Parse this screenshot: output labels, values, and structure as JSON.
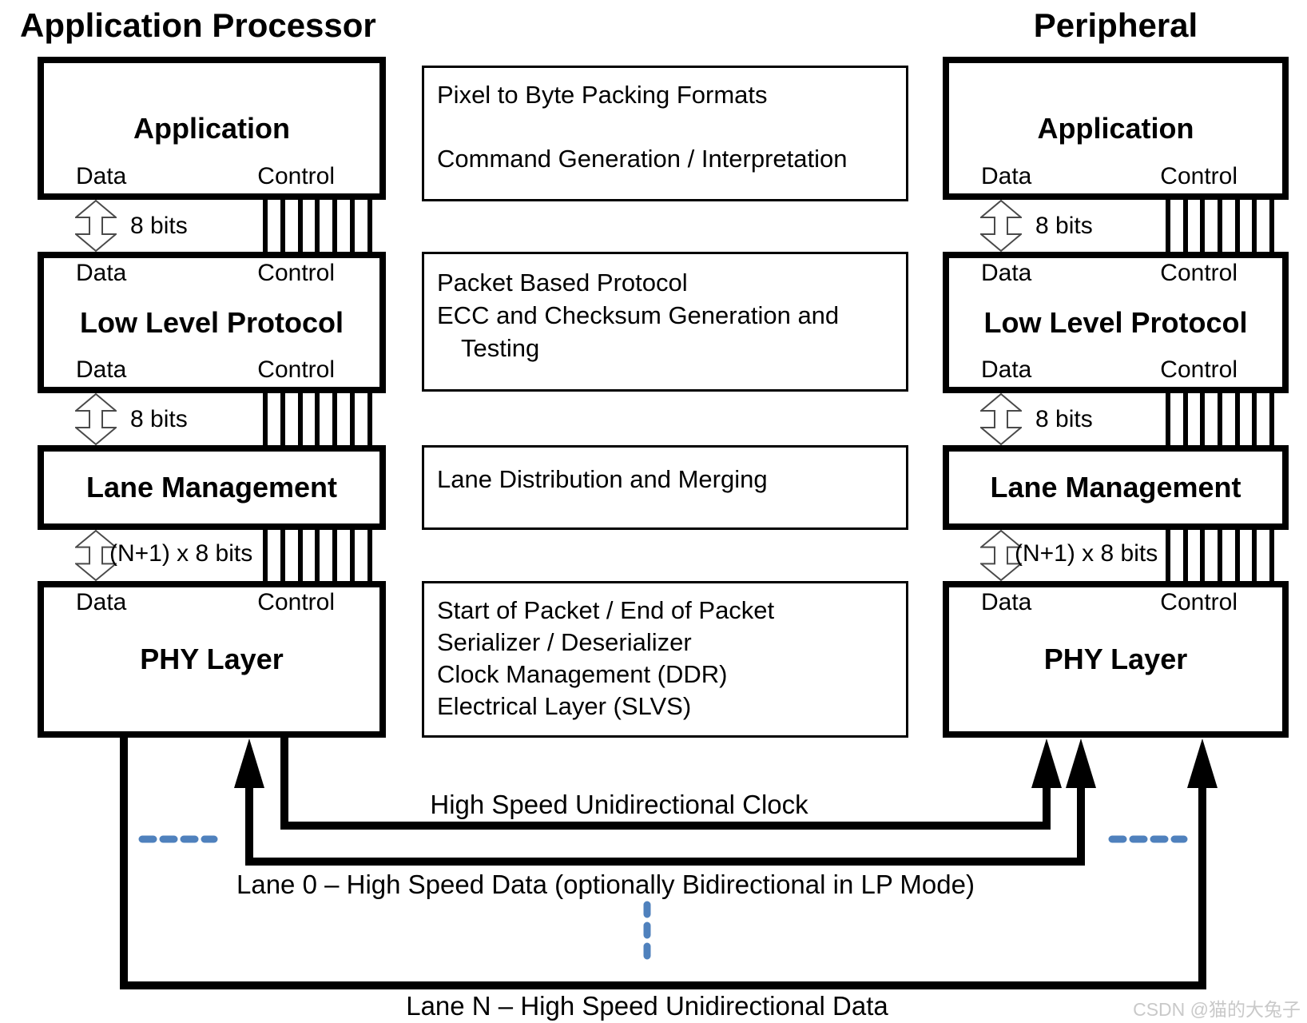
{
  "headings": {
    "left": "Application Processor",
    "right": "Peripheral"
  },
  "stack_boxes": {
    "application": "Application",
    "low_level_protocol": "Low Level Protocol",
    "lane_management": "Lane Management",
    "phy_layer": "PHY Layer"
  },
  "port_labels": {
    "data": "Data",
    "control": "Control"
  },
  "bus_labels": {
    "eight_bits": "8 bits",
    "n_plus_one": "(N+1) x 8 bits"
  },
  "middle_notes": {
    "application": [
      "Pixel to Byte Packing Formats",
      "Command Generation / Interpretation"
    ],
    "low_level_protocol": [
      "Packet Based Protocol",
      "ECC and Checksum Generation and",
      "Testing"
    ],
    "lane_management": [
      "Lane Distribution and Merging"
    ],
    "phy_layer": [
      "Start of Packet / End of Packet",
      "Serializer / Deserializer",
      "Clock Management (DDR)",
      "Electrical Layer (SLVS)"
    ]
  },
  "lane_labels": {
    "clock": "High Speed Unidirectional Clock",
    "lane0": "Lane 0 – High Speed Data (optionally Bidirectional in LP Mode)",
    "laneN": "Lane N – High Speed Unidirectional Data"
  },
  "watermark": "CSDN @猫的大兔子",
  "colors": {
    "line": "#000000",
    "lane_ellipsis_blue": "#4f81bd",
    "watermark_gray": "#c9c9c9"
  }
}
